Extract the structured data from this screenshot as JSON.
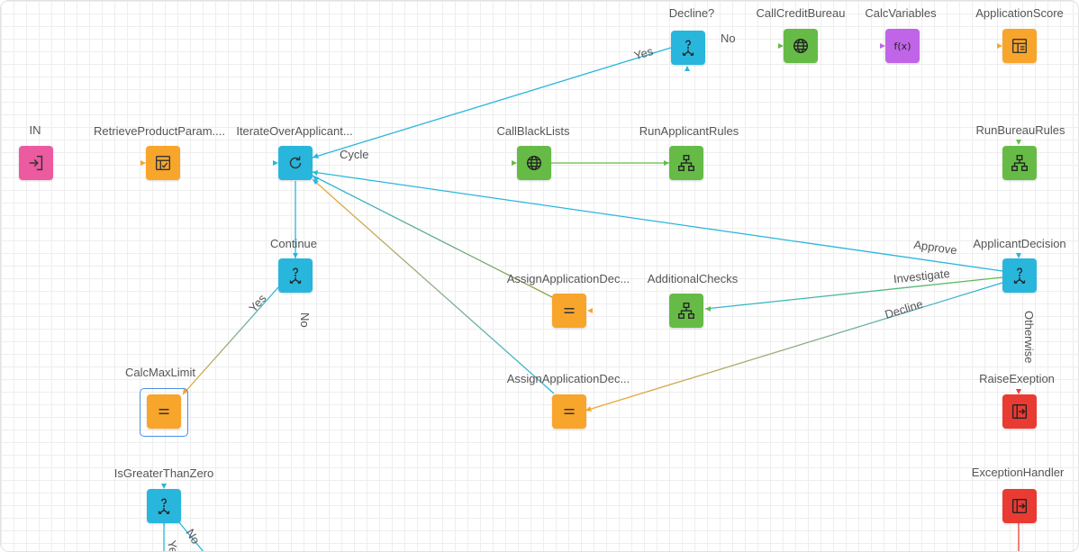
{
  "colors": {
    "input": "#ec5ba0",
    "task": "#f8a52b",
    "decision": "#29b6dd",
    "service": "#66bb47",
    "function": "#c065e8",
    "exception": "#ea3b33",
    "loop": "#29b6dd"
  },
  "nodes": {
    "in": {
      "label": "IN",
      "icon": "login-icon"
    },
    "retrieve": {
      "label": "RetrieveProductParam....",
      "icon": "checklist-icon"
    },
    "iterate": {
      "label": "IterateOverApplicant...",
      "icon": "refresh-icon"
    },
    "callblack": {
      "label": "CallBlackLists",
      "icon": "globe-icon"
    },
    "runapplicant": {
      "label": "RunApplicantRules",
      "icon": "hierarchy-icon"
    },
    "decline_q": {
      "label": "Decline?",
      "icon": "decision-icon"
    },
    "callcredit": {
      "label": "CallCreditBureau",
      "icon": "globe-icon"
    },
    "calcvars": {
      "label": "CalcVariables",
      "icon": "function-icon",
      "icon_text": "f(x)"
    },
    "appscore": {
      "label": "ApplicationScore",
      "icon": "table-icon"
    },
    "runbureau": {
      "label": "RunBureauRules",
      "icon": "hierarchy-icon"
    },
    "appdecision": {
      "label": "ApplicantDecision",
      "icon": "decision-icon"
    },
    "continue": {
      "label": "Continue",
      "icon": "decision-icon"
    },
    "assign1": {
      "label": "AssignApplicationDec...",
      "icon": "equals-icon"
    },
    "addchecks": {
      "label": "AdditionalChecks",
      "icon": "hierarchy-icon"
    },
    "assign2": {
      "label": "AssignApplicationDec...",
      "icon": "equals-icon"
    },
    "calcmax": {
      "label": "CalcMaxLimit",
      "icon": "equals-icon"
    },
    "isgreater": {
      "label": "IsGreaterThanZero",
      "icon": "decision-icon"
    },
    "raise": {
      "label": "RaiseExeption",
      "icon": "exit-icon"
    },
    "handler": {
      "label": "ExceptionHandler",
      "icon": "exit-icon"
    }
  },
  "edge_labels": {
    "yes_decline": "Yes",
    "no_decline": "No",
    "cycle": "Cycle",
    "approve": "Approve",
    "investigate": "Investigate",
    "decline": "Decline",
    "otherwise": "Otherwise",
    "yes_continue": "Yes",
    "no_continue": "No",
    "no_greater": "No",
    "yes_greater": "Yes"
  }
}
